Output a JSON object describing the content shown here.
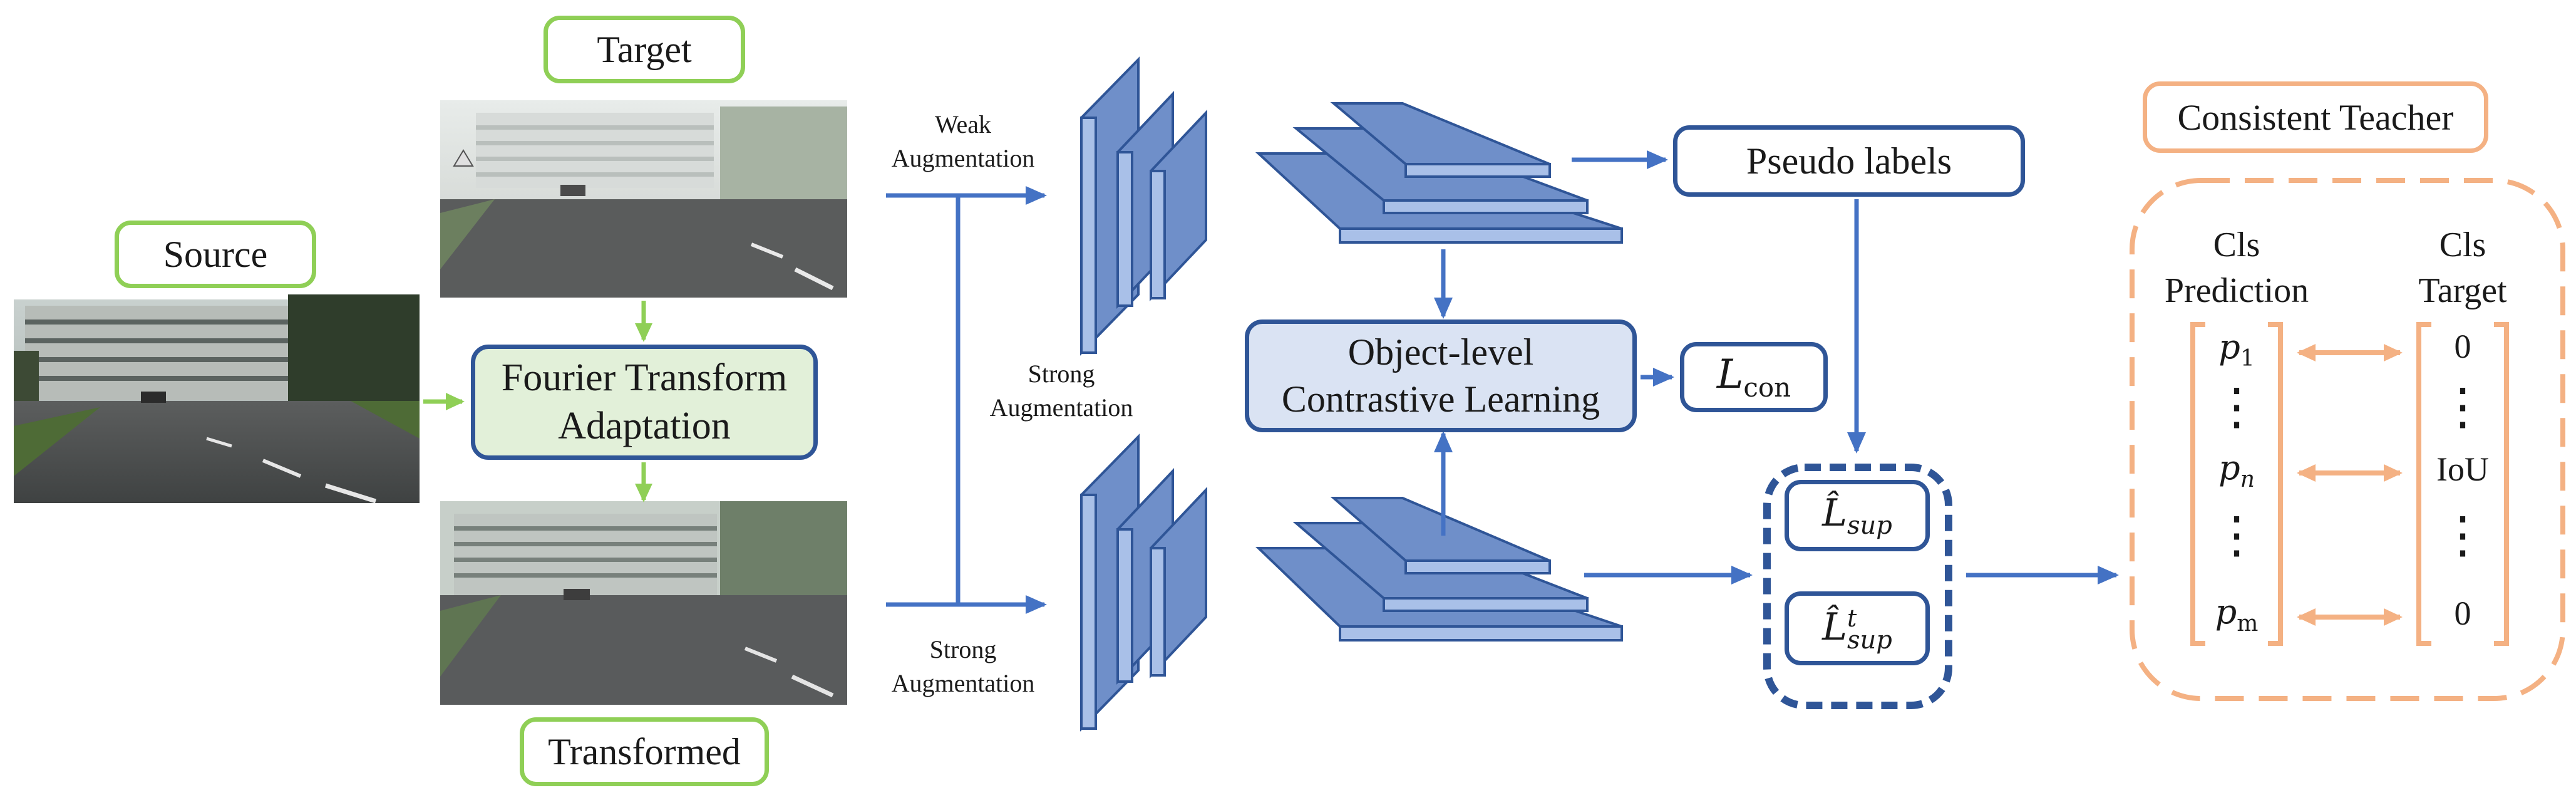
{
  "labels": {
    "source": "Source",
    "target": "Target",
    "transformed": "Transformed",
    "fourier_line1": "Fourier Transform",
    "fourier_line2": "Adaptation",
    "weak_aug_line1": "Weak",
    "weak_aug_line2": "Augmentation",
    "strong_aug_mid_line1": "Strong",
    "strong_aug_mid_line2": "Augmentation",
    "strong_aug_bot_line1": "Strong",
    "strong_aug_bot_line2": "Augmentation",
    "pseudo_labels": "Pseudo labels",
    "object_level_line1": "Object-level",
    "object_level_line2": "Contrastive Learning",
    "l_con_main": "L",
    "l_con_sub": "con",
    "l_sup_main": "L̂",
    "l_sup_sub": "sup",
    "l_sup_t_main": "L̂",
    "l_sup_t_sup": "t",
    "l_sup_t_sub": "sup",
    "consistent_teacher": "Consistent Teacher"
  },
  "consistent_teacher": {
    "col1_line1": "Cls",
    "col1_line2": "Prediction",
    "col2_line1": "Cls",
    "col2_line2": "Target",
    "p1": "p",
    "p1_sub": "1",
    "pn": "p",
    "pn_sub": "n",
    "pm": "p",
    "pm_sub": "m",
    "t1": "0",
    "tn": "IoU",
    "tm": "0",
    "vdots": "⋮"
  },
  "colors": {
    "green": "#8fcf56",
    "blue": "#2f5597",
    "arrow_blue": "#4472c4",
    "orange": "#f4b183",
    "feature_fill": "#6f8fc9",
    "light_green": "#e2f0d9",
    "light_blue": "#dae3f3"
  }
}
